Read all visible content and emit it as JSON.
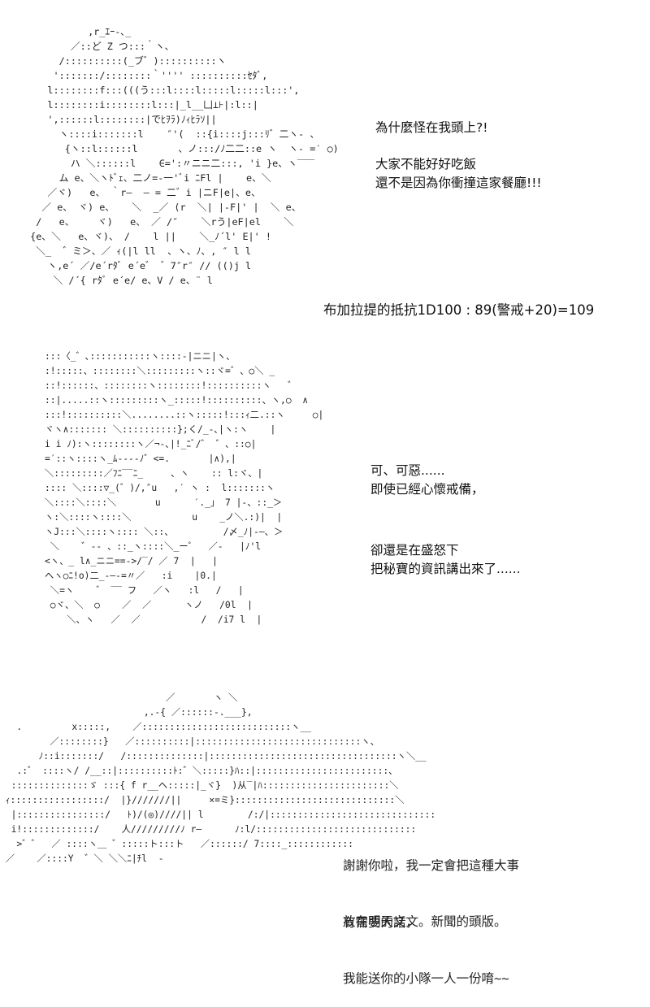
{
  "panel1": {
    "line1": "為什麼怪在我頭上?!",
    "line2": "大家不能好好吃飯",
    "line3": "還不是因為你衝撞這家餐廳!!!",
    "roll": "布加拉提的抵抗1D100 : 89(警戒+20)=109"
  },
  "panel2": {
    "line1": "可、可惡......",
    "line2": "即使已經心懷戒備，",
    "line3": "卻還是在盛怒下",
    "line4": "把秘寶的資訊講出來了......"
  },
  "panel3": {
    "line1": "謝謝你啦，我一定會把這種大事",
    "line2": "放在明天文文。新聞的頭版。",
    "line3": "有需要的話，",
    "line4": "我能送你的小隊一人一份唷~~"
  }
}
